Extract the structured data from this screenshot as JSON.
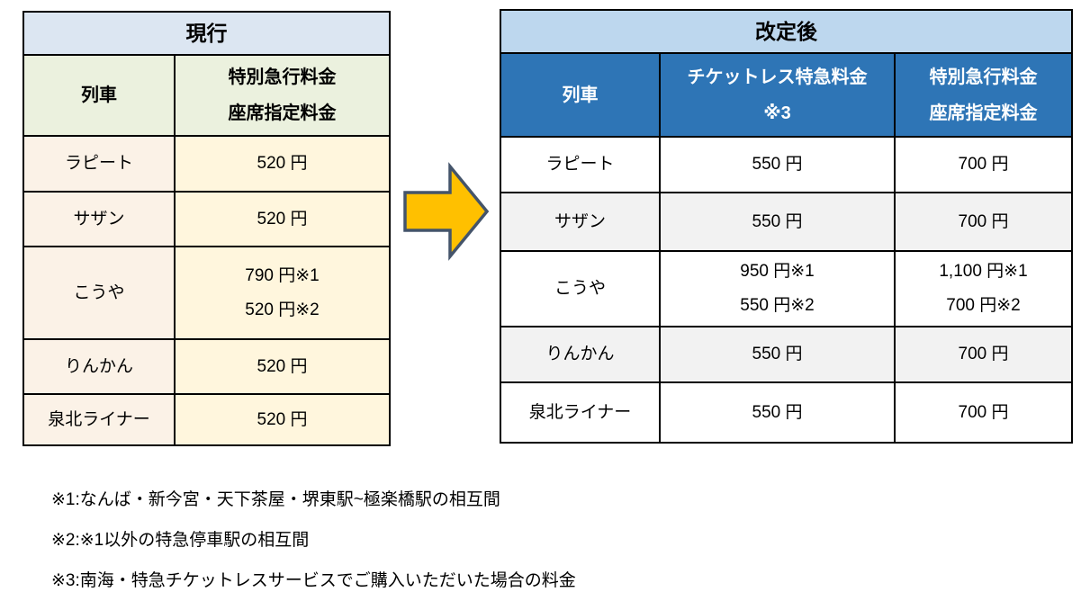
{
  "current_table": {
    "title": "現行",
    "col_train": "列車",
    "col_fare": "特別急行料金\n座席指定料金",
    "rows": [
      {
        "train": "ラピート",
        "fare": "520 円"
      },
      {
        "train": "サザン",
        "fare": "520 円"
      },
      {
        "train": "こうや",
        "fare": "790 円※1\n520 円※2"
      },
      {
        "train": "りんかん",
        "fare": "520 円"
      },
      {
        "train": "泉北ライナー",
        "fare": "520 円"
      }
    ]
  },
  "revised_table": {
    "title": "改定後",
    "col_train": "列車",
    "col_ticketless": "チケットレス特急料金\n※3",
    "col_fare": "特別急行料金\n座席指定料金",
    "rows": [
      {
        "train": "ラピート",
        "ticketless": "550 円",
        "fare": "700 円"
      },
      {
        "train": "サザン",
        "ticketless": "550 円",
        "fare": "700 円"
      },
      {
        "train": "こうや",
        "ticketless": "950 円※1\n550 円※2",
        "fare": "1,100 円※1\n700 円※2"
      },
      {
        "train": "りんかん",
        "ticketless": "550 円",
        "fare": "700 円"
      },
      {
        "train": "泉北ライナー",
        "ticketless": "550 円",
        "fare": "700 円"
      }
    ]
  },
  "footnotes": [
    "※1:なんば・新今宮・天下茶屋・堺東駅~極楽橋駅の相互間",
    "※2:※1以外の特急停車駅の相互間",
    "※3:南海・特急チケットレスサービスでご購入いただいた場合の料金"
  ],
  "colors": {
    "current_title_bg": "#dce6f2",
    "current_header_bg": "#ebf1de",
    "current_train_cell_bg": "#fbf2e7",
    "current_fare_cell_bg": "#fff6dd",
    "revised_title_bg": "#bdd7ee",
    "revised_header_bg": "#2e75b6",
    "revised_alt_row_bg": "#f2f2f2",
    "arrow_fill": "#ffc000",
    "arrow_stroke": "#44546a",
    "border": "#000000"
  }
}
